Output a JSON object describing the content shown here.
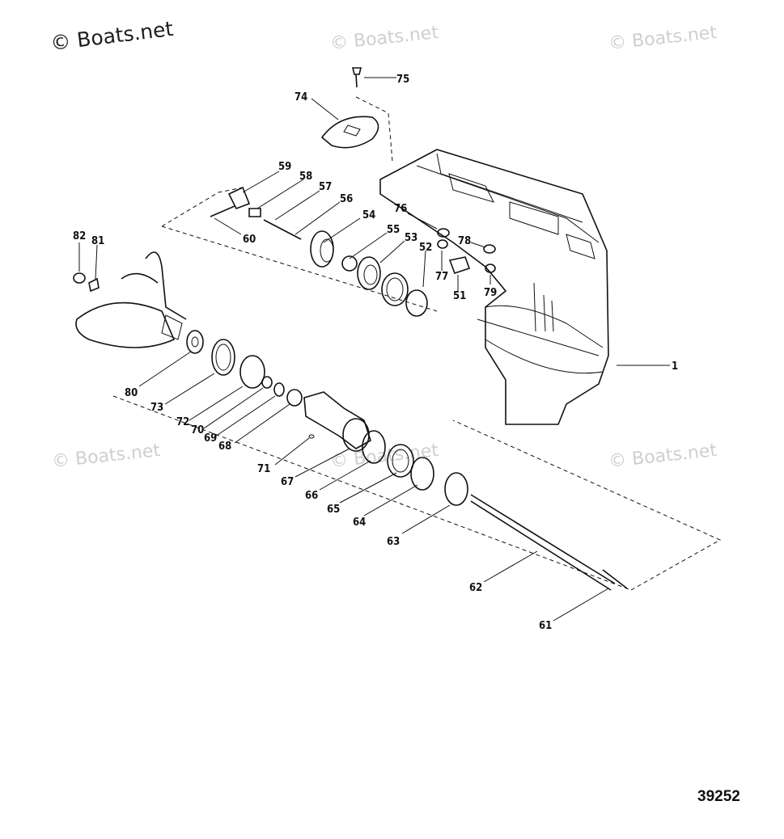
{
  "watermarks": {
    "main": "© Boats.net",
    "faint": [
      "© Boats.net",
      "© Boats.net",
      "© Boats.net",
      "© Boats.net",
      "© Boats.net"
    ]
  },
  "document_number": "39252",
  "callouts": [
    "1",
    "51",
    "52",
    "53",
    "54",
    "55",
    "56",
    "57",
    "58",
    "59",
    "60",
    "61",
    "62",
    "63",
    "64",
    "65",
    "66",
    "67",
    "68",
    "69",
    "70",
    "71",
    "72",
    "73",
    "74",
    "75",
    "76",
    "77",
    "78",
    "79",
    "80",
    "81",
    "82"
  ]
}
